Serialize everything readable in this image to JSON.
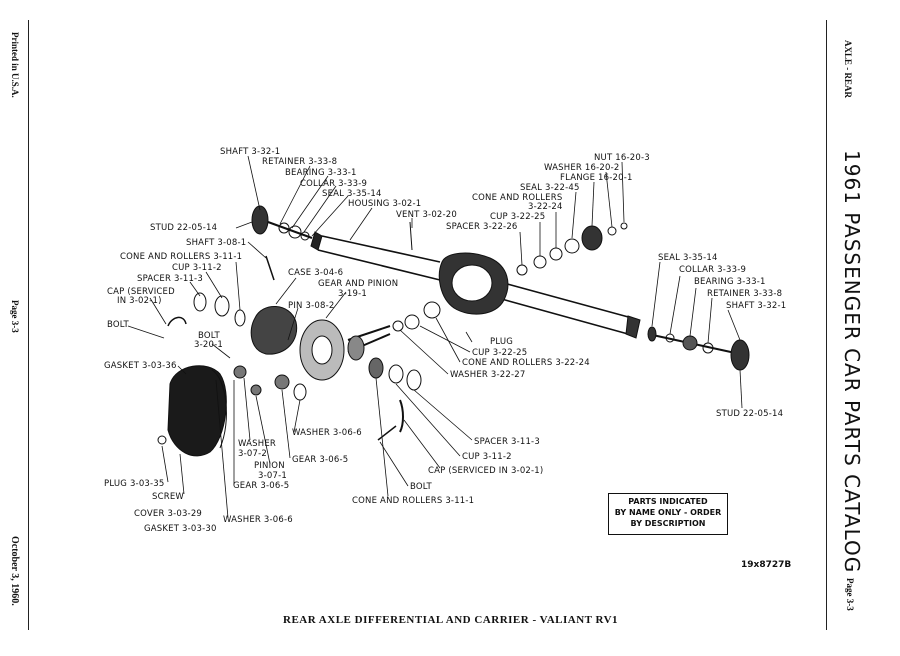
{
  "margin_left": {
    "printed": "Printed in U.S.A.",
    "page": "Page 3-3",
    "date": "October 3, 1960."
  },
  "margin_right": {
    "section": "AXLE - REAR",
    "catalog": "1961 PASSENGER CAR PARTS CATALOG",
    "page": "Page 3-3"
  },
  "caption": "REAR AXLE DIFFERENTIAL AND CARRIER - VALIANT RV1",
  "ref_number": "19x8727B",
  "note_box": {
    "line1": "PARTS INDICATED",
    "line2": "BY NAME ONLY - ORDER",
    "line3": "BY DESCRIPTION"
  },
  "labels": {
    "shaft_l": "SHAFT 3-32-1",
    "retainer_l": "RETAINER 3-33-8",
    "bearing_l": "BEARING 3-33-1",
    "collar_l": "COLLAR 3-33-9",
    "seal_l": "SEAL 3-35-14",
    "housing": "HOUSING 3-02-1",
    "vent": "VENT 3-02-20",
    "stud_l": "STUD 22-05-14",
    "shaft_308": "SHAFT 3-08-1",
    "cone_rollers_l": "CONE AND ROLLERS 3-11-1",
    "cup_l": "CUP 3-11-2",
    "spacer_l": "SPACER 3-11-3",
    "cap_l1": "CAP (SERVICED",
    "cap_l2": "IN 3-02-1)",
    "bolt_l": "BOLT",
    "case": "CASE 3-04-6",
    "gear_pinion1": "GEAR AND PINION",
    "gear_pinion2": "3-19-1",
    "pin": "PIN 3-08-2",
    "bolt_320_1": "BOLT",
    "bolt_320_2": "3-20-1",
    "gasket_336": "GASKET 3-03-36",
    "washer_372_1": "WASHER",
    "washer_372_2": "3-07-2",
    "pinion_1": "PINION",
    "pinion_2": "3-07-1",
    "gear_365_a": "GEAR 3-06-5",
    "gear_365_b": "GEAR 3-06-5",
    "washer_366_a": "WASHER 3-06-6",
    "washer_366_b": "WASHER 3-06-6",
    "plug_335": "PLUG 3-03-35",
    "screw": "SCREW",
    "cover": "COVER 3-03-29",
    "gasket_330": "GASKET 3-03-30",
    "nut": "NUT 16-20-3",
    "washer_162": "WASHER 16-20-2",
    "flange": "FLANGE 16-20-1",
    "seal_245": "SEAL 3-22-45",
    "cone_rollers_r1": "CONE AND ROLLERS",
    "cone_rollers_r2": "3-22-24",
    "cup_225": "CUP 3-22-25",
    "spacer_226": "SPACER 3-22-26",
    "plug": "PLUG",
    "cup_225_b": "CUP 3-22-25",
    "cone_rollers_224_b": "CONE AND ROLLERS 3-22-24",
    "washer_227": "WASHER 3-22-27",
    "seal_r": "SEAL 3-35-14",
    "collar_r": "COLLAR 3-33-9",
    "bearing_r": "BEARING 3-33-1",
    "retainer_r": "RETAINER 3-33-8",
    "shaft_r": "SHAFT 3-32-1",
    "stud_r": "STUD 22-05-14",
    "spacer_313": "SPACER 3-11-3",
    "cup_312": "CUP 3-11-2",
    "cap_r": "CAP (SERVICED IN 3-02-1)",
    "bolt_r": "BOLT",
    "cone_rollers_311": "CONE AND ROLLERS 3-11-1"
  }
}
